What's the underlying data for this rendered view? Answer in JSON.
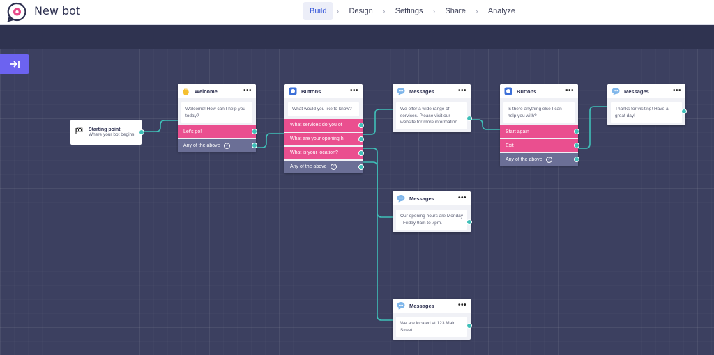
{
  "header": {
    "title": "New bot",
    "nav": [
      {
        "label": "Build",
        "active": true
      },
      {
        "label": "Design",
        "active": false
      },
      {
        "label": "Settings",
        "active": false
      },
      {
        "label": "Share",
        "active": false
      },
      {
        "label": "Analyze",
        "active": false
      }
    ],
    "separator": "›"
  },
  "colors": {
    "canvas": "#3c4060",
    "button_pink": "#ea4f8f",
    "button_grey": "#6b6f96",
    "connector": "#3fbfb8",
    "accent": "#6c63f0"
  },
  "start": {
    "title": "Starting point",
    "subtitle": "Where your bot begins",
    "icon": "checkered-flag-icon"
  },
  "nodes": {
    "welcome": {
      "title": "Welcome",
      "icon": "waving-hand-icon",
      "menu": "•••",
      "message": "Welcome! How can I help you today?",
      "buttons": [
        "Let's go!"
      ],
      "fallback": "Any of the above",
      "help": "?"
    },
    "buttons1": {
      "title": "Buttons",
      "icon": "buttons-icon",
      "menu": "•••",
      "message": "What would you like to know?",
      "buttons": [
        "What services do you of",
        "What are your opening h",
        "What is your location?"
      ],
      "fallback": "Any of the above",
      "help": "?"
    },
    "messages_services": {
      "title": "Messages",
      "icon": "speech-bubble-icon",
      "menu": "•••",
      "message": "We offer a wide range of services. Please visit our website for more information."
    },
    "messages_hours": {
      "title": "Messages",
      "icon": "speech-bubble-icon",
      "menu": "•••",
      "message": "Our opening hours are Monday - Friday 9am to 7pm."
    },
    "messages_location": {
      "title": "Messages",
      "icon": "speech-bubble-icon",
      "menu": "•••",
      "message": "We are located at 123 Main Street."
    },
    "buttons2": {
      "title": "Buttons",
      "icon": "buttons-icon",
      "menu": "•••",
      "message": "Is there anything else I can help you with?",
      "buttons": [
        "Start again",
        "Exit"
      ],
      "fallback": "Any of the above",
      "help": "?"
    },
    "messages_thanks": {
      "title": "Messages",
      "icon": "speech-bubble-icon",
      "menu": "•••",
      "message": "Thanks for visiting! Have a great day!"
    }
  }
}
